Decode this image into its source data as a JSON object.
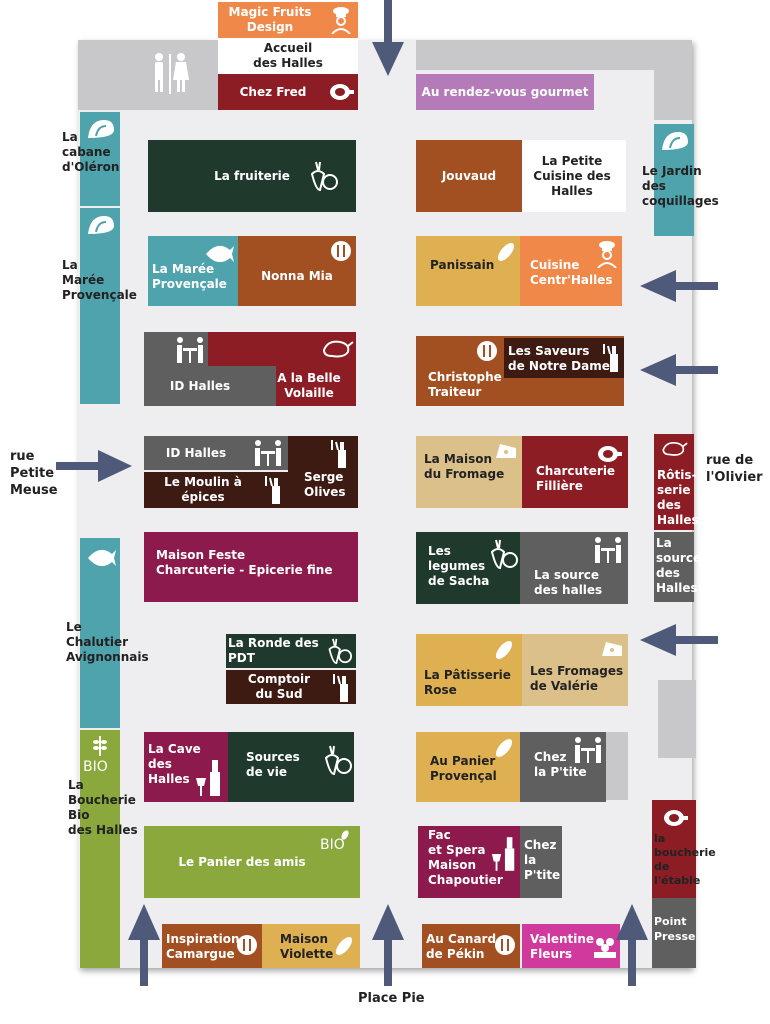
{
  "stalls": {
    "magic_fruits": "Magic Fruits\nDesign",
    "accueil": "Accueil\ndes Halles",
    "chez_fred": "Chez Fred",
    "rendez_vous": "Au rendez-vous gourmet",
    "cabane": "La\ncabane\nd'Oléron",
    "maree": "La\nMarée\nProvençale",
    "jardin": "Le Jardin\ndes\ncoquillages",
    "fruiterie": "La fruiterie",
    "jouvaud": "Jouvaud",
    "petite_cuisine": "La Petite\nCuisine des\nHalles",
    "maree_prov": "La Marée\nProvençale",
    "nonna_mia": "Nonna Mia",
    "panissain": "Panissain",
    "cuisine_centr": "Cuisine\nCentr'Halles",
    "id_halles_1": "ID Halles",
    "belle_volaille": "A la Belle\nVolaille",
    "christophe": "Christophe\nTraiteur",
    "saveurs": "Les Saveurs\nde Notre Dame",
    "id_halles_2": "ID Halles",
    "moulin": "Le Moulin à épices",
    "serge": "Serge\nOlives",
    "maison_fromage": "La Maison\ndu Fromage",
    "charcuterie_filliere": "Charcuterie\nFillière",
    "rotisserie": "Rôtis-\nserie\ndes\nHalles",
    "source_side": "La\nsource\ndes\nHalles",
    "maison_feste": "Maison Feste\nCharcuterie - Epicerie fine",
    "legumes": "Les\nlegumes\nde Sacha",
    "source_halles": "La source\ndes halles",
    "chalutier": "Le\nChalutier\nAvignonnais",
    "ronde_pdt": "La Ronde des\nPDT",
    "comptoir": "Comptoir\ndu Sud",
    "patisserie": "La Pâtisserie\nRose",
    "fromages_valerie": "Les Fromages\nde Valérie",
    "bio_word": "BIO",
    "boucherie_bio": "La\nBoucherie\nBio\ndes Halles",
    "cave": "La Cave des\nHalles",
    "sources_vie": "Sources\nde vie",
    "panier_provencal": "Au Panier\nProvençal",
    "chez_ptite_1": "Chez\nla P'tite",
    "panier_amis": "Le Panier des amis",
    "bio_word_2": "BIO",
    "fac_spera": "Fac\net Spera\nMaison\nChapoutier",
    "chez_ptite_2": "Chez\nla\nP'tite",
    "boucherie_etable": "la\nboucherie\nde\nl'étable",
    "point_presse": "Point\nPresse",
    "inspiration": "Inspiration\nCamargue",
    "maison_violette": "Maison\nViolette",
    "canard": "Au Canard\nde Pékin",
    "valentine": "Valentine\nFleurs"
  },
  "streets": {
    "left": "rue\nPetite\nMeuse",
    "right": "rue de\nl'Olivier",
    "bottom": "Place Pie"
  },
  "colors": {
    "dark_green": "#1f3a2c",
    "rust": "#a24f22",
    "teal": "#4fa3ad",
    "gold": "#dfb052",
    "orange": "#f0884a",
    "gray": "#5f5f60",
    "dark_red": "#8c1d24",
    "dark_brown": "#3e1b12",
    "sand": "#dcc08a",
    "magenta": "#8c1a4c",
    "olive": "#8aa83c",
    "purple": "#b57ab8",
    "pink": "#d03a9d",
    "arrow": "#4f5a7a"
  },
  "icons": [
    "toilet-icon",
    "meat-icon",
    "chef-icon",
    "shell-icon",
    "vegetable-icon",
    "fish-icon",
    "restaurant-icon",
    "bread-icon",
    "dining-icon",
    "poultry-icon",
    "wine-icon",
    "cheese-icon",
    "flower-icon"
  ]
}
